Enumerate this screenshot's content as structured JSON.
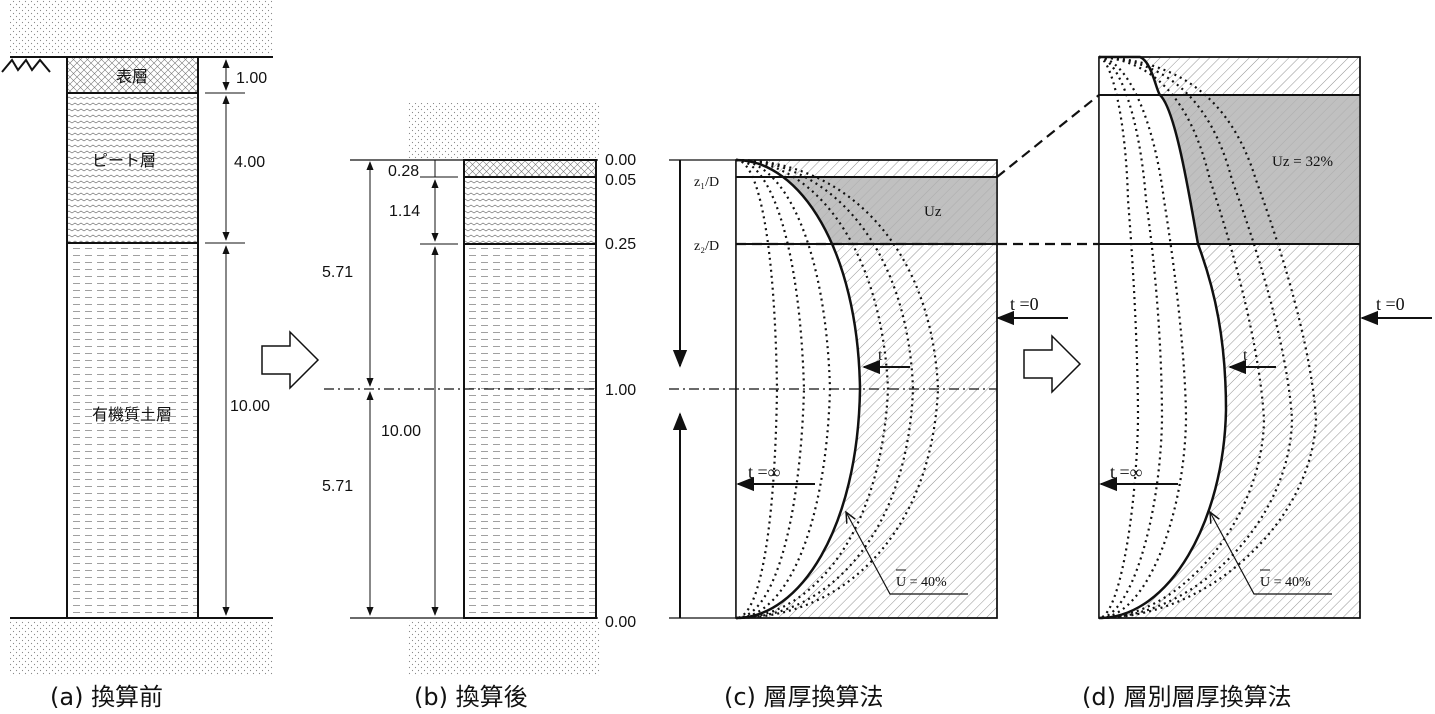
{
  "panel_a": {
    "caption": "(a) 換算前",
    "layers": [
      {
        "name": "表層",
        "thickness": "1.00"
      },
      {
        "name": "ピート層",
        "thickness": "4.00"
      },
      {
        "name": "有機質土層",
        "thickness": "10.00"
      }
    ]
  },
  "panel_b": {
    "caption": "(b) 換算後",
    "left_dims": [
      "0.28",
      "1.14",
      "5.71",
      "10.00",
      "5.71"
    ],
    "right_ticks": [
      "0.00",
      "0.05",
      "0.25",
      "1.00",
      "0.00"
    ]
  },
  "panel_c": {
    "caption": "(c) 層厚換算法",
    "z1": "z₁/D",
    "z2": "z₂/D",
    "uz": "Uz",
    "t0": "t =0",
    "t": "t",
    "tinf": "t =∞",
    "ubar": "U = 40%"
  },
  "panel_d": {
    "caption": "(d) 層別層厚換算法",
    "uz": "Uz = 32%",
    "t0": "t =0",
    "t": "t",
    "tinf": "t =∞",
    "ubar": "U = 40%"
  },
  "colors": {
    "line": "#111111",
    "fill_gray": "#c0c0c0",
    "hatch": "#555555"
  }
}
